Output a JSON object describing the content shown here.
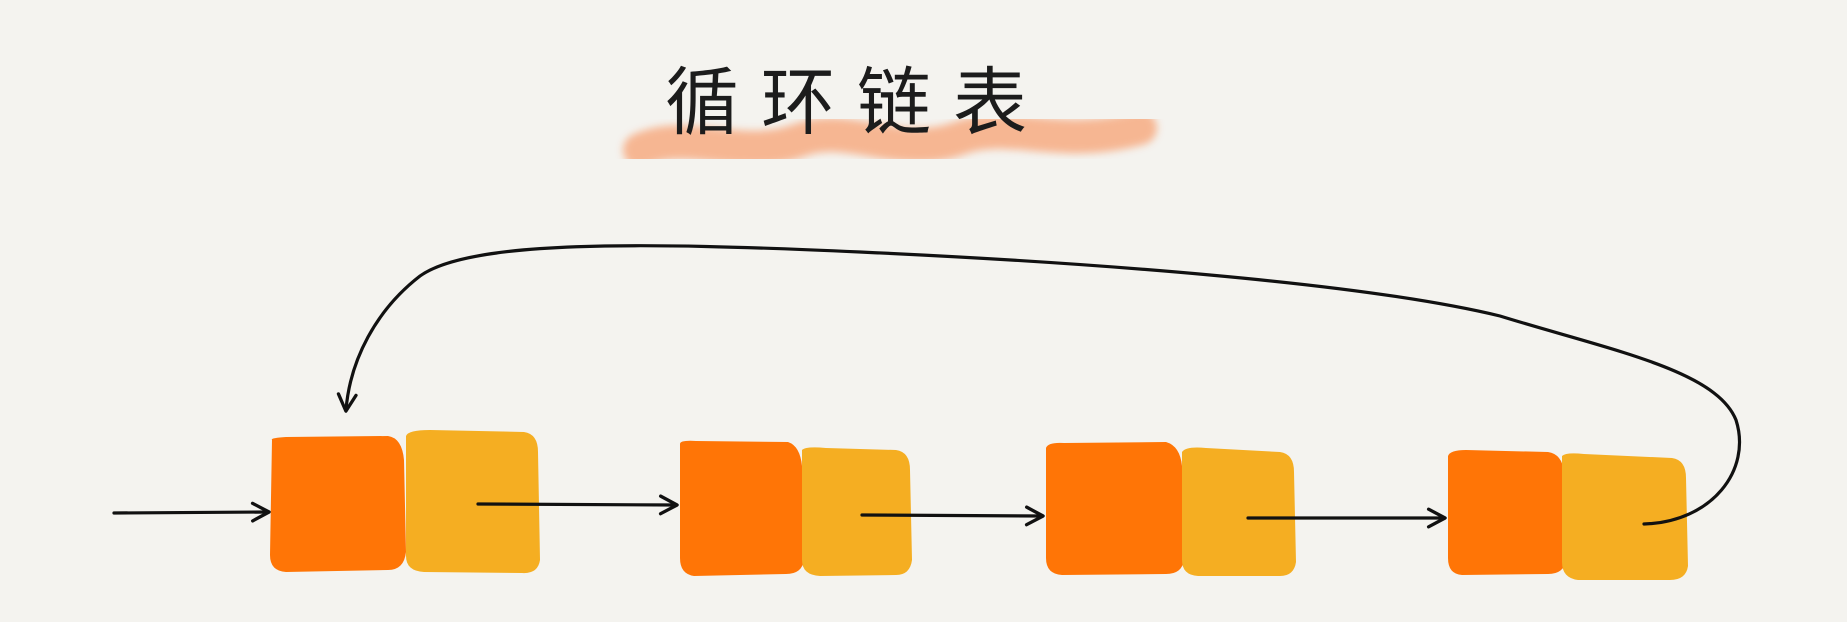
{
  "title": "循环链表",
  "colors": {
    "background": "#f4f3ef",
    "data_block": "#ff7506",
    "next_block": "#f5ae22",
    "title_highlight": "#f7b089",
    "ink": "#111111"
  },
  "nodes": [
    {
      "data_color": "#ff7506",
      "next_color": "#f5ae22"
    },
    {
      "data_color": "#ff7506",
      "next_color": "#f5ae22"
    },
    {
      "data_color": "#ff7506",
      "next_color": "#f5ae22"
    },
    {
      "data_color": "#ff7506",
      "next_color": "#f5ae22"
    }
  ],
  "loop_back": {
    "from": "last-node",
    "to": "first-node"
  }
}
